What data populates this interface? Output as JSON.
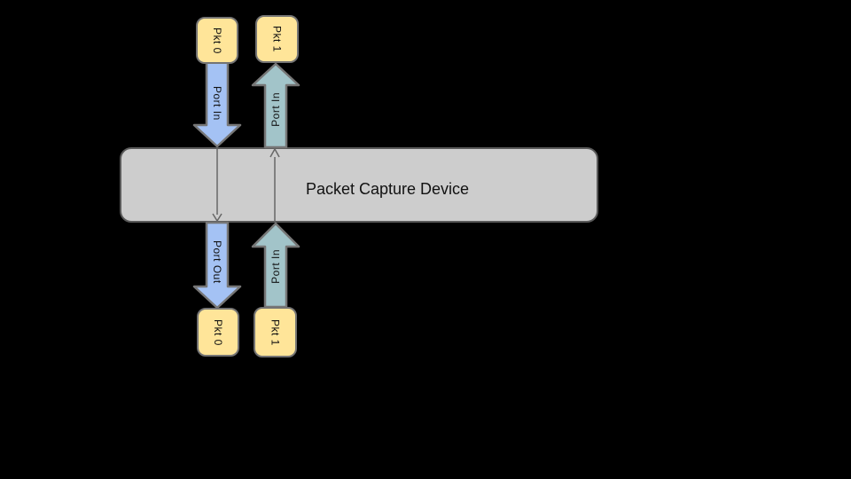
{
  "device": {
    "label": "Packet Capture Device"
  },
  "packets": {
    "top_left": "Pkt 0",
    "top_right": "Pkt 1",
    "bottom_left": "Pkt 0",
    "bottom_right": "Pkt 1"
  },
  "ports": {
    "top_left_in": "Port In",
    "top_right_in": "Port In",
    "bottom_left_out": "Port Out",
    "bottom_right_in": "Port In"
  },
  "colors": {
    "background": "#000000",
    "device_fill": "#cdcdcd",
    "device_border": "#595959",
    "packet_fill": "#ffe599",
    "packet_border": "#747474",
    "blue_arrow_fill": "#a4c2f4",
    "teal_arrow_fill": "#a2c4c9",
    "arrow_stroke": "#767676",
    "connector_stroke": "#666666",
    "text": "#111111"
  }
}
